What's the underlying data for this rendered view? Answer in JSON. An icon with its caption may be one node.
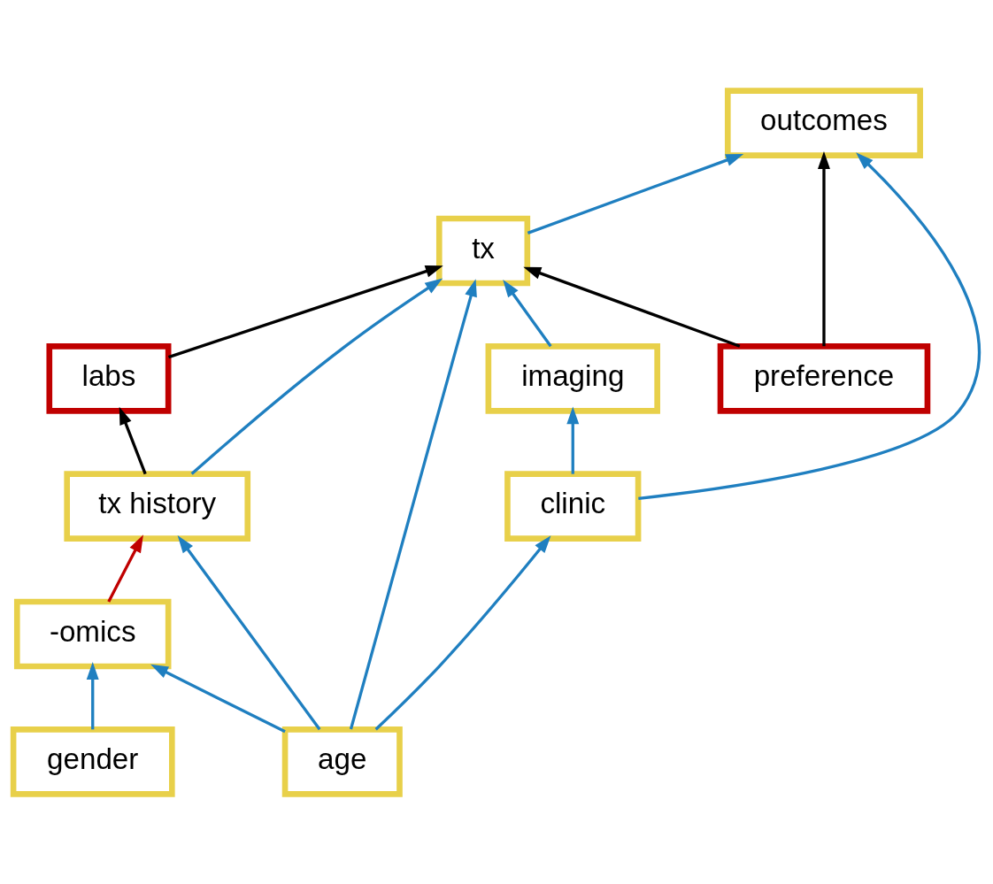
{
  "diagram": {
    "nodes": [
      {
        "text": [
          "tx"
        ]
      },
      {
        "text": [
          "preference"
        ]
      },
      {
        "text": [
          "labs"
        ]
      },
      {
        "text": [
          "outcomes"
        ]
      },
      {
        "text": [
          "tx history"
        ]
      },
      {
        "text": [
          "imaging"
        ]
      },
      {
        "text": [
          "-omics"
        ]
      },
      {
        "text": [
          "clinic"
        ]
      },
      {
        "text": [
          "age"
        ]
      },
      {
        "text": [
          "gender"
        ]
      }
    ],
    "edges": [
      {
        "from": 1,
        "to": 0,
        "arrow": "to",
        "color": "#000000"
      },
      {
        "from": 2,
        "to": 0,
        "arrow": "to",
        "color": "#000000"
      },
      {
        "from": 1,
        "to": 3,
        "arrow": "to",
        "color": "#000000"
      },
      {
        "from": 0,
        "to": 3,
        "arrow": "to"
      },
      {
        "from": 4,
        "to": 2,
        "arrow": "to",
        "color": "#000000"
      },
      {
        "from": 4,
        "to": 0,
        "arrow": "to"
      },
      {
        "from": 5,
        "to": 0,
        "arrow": "to"
      },
      {
        "from": 8,
        "to": 0,
        "arrow": "to"
      },
      {
        "from": 8,
        "to": 4,
        "arrow": "to"
      },
      {
        "from": 6,
        "to": 4,
        "arrow": "to",
        "color": "#c00000"
      },
      {
        "from": 8,
        "to": 6,
        "arrow": "to"
      },
      {
        "from": 8,
        "to": 7,
        "arrow": "to"
      },
      {
        "from": 9,
        "to": 6,
        "arrow": "to"
      },
      {
        "from": 7,
        "to": 5,
        "arrow": "to"
      },
      {
        "from": 7,
        "to": 3,
        "arrow": "to"
      }
    ]
  }
}
